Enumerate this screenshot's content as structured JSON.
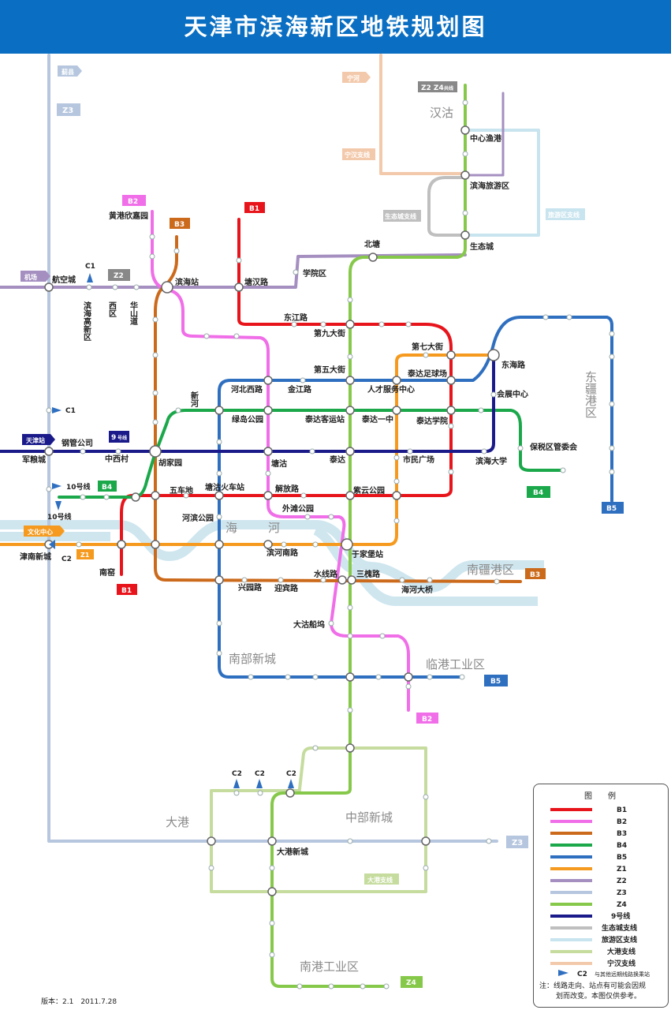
{
  "title": "天津市滨海新区地铁规划图",
  "version": "版本：2.1　2011.7.28",
  "colors": {
    "header": "#0a6fc2",
    "B1": "#e8141b",
    "B2": "#f06ee8",
    "B3": "#cc6a1c",
    "B4": "#1aa84a",
    "B5": "#2f6fc0",
    "Z1": "#f59a1e",
    "Z2": "#a58fc0",
    "Z3": "#b5c6de",
    "Z4": "#86c94a",
    "line9": "#1a1a8a",
    "ecoBranch": "#bfbfbf",
    "tourBranch": "#c8e4ee",
    "dagangBranch": "#c5dc9e",
    "ninghanBranch": "#f3c9ab",
    "river": "#cfe6ef"
  },
  "stations": {
    "zhongxinyugang": "中心渔港",
    "binhailvyouqu": "滨海旅游区",
    "shengtaicheng": "生态城",
    "beitang": "北塘",
    "xueyuanqu": "学院区",
    "tanghanlu": "塘汉路",
    "binhaizhan": "滨海站",
    "hangkongcheng": "航空城",
    "huanggangxinjiayuan": "黄港欣嘉园",
    "binhaigaoxinqu": "滨海高新区",
    "xiqu": "西区",
    "huashandao": "华山道",
    "dongjianglu": "东江路",
    "dijiudajie": "第九大街",
    "diqidajie": "第七大街",
    "donghailu": "东海路",
    "huizhanzhongxin": "会展中心",
    "diwudajie": "第五大街",
    "taidazuqiuchang": "泰达足球场",
    "hebeixilu": "河北西路",
    "jinjianglu": "金江路",
    "rencaifuwuzhongxin": "人才服务中心",
    "xinhe": "新河",
    "lvdaogongyuan": "绿岛公园",
    "taidakeyunzhan": "泰达客运站",
    "taidayizhong": "泰达一中",
    "taidaxueyuan": "泰达学院",
    "baoshuiquguanweihui": "保税区管委会",
    "gangguangongsi": "钢管公司",
    "junliangcheng": "军粮城",
    "zhongxicun": "中西村",
    "huhuyuan": "胡家园",
    "tanggu": "塘沽",
    "taida": "泰达",
    "shiminguangchang": "市民广场",
    "binhaidaxue": "滨海大学",
    "wuchedi": "五车地",
    "tangguhuochezhan": "塘沽火车站",
    "jiefanglu": "解放路",
    "ziyungongyuan": "紫云公园",
    "waitangongyuan": "外滩公园",
    "hebingongyuan": "河滨公园",
    "binhenanlu": "滨河南路",
    "yujiapuzhan": "于家堡站",
    "jinnanxincheng": "津南新城",
    "nanyao": "南窑",
    "shuixianlu": "水线路",
    "sanhuailu": "三槐路",
    "xingyuanlu": "兴园路",
    "yingbinlu": "迎宾路",
    "haihedaqiao": "海河大桥",
    "dagujuanwu": "大沽船坞",
    "dagangxincheng": "大港新城"
  },
  "areas": {
    "hangu": "汉沽",
    "donggangquan": "东疆港区",
    "nanjianggangqu": "南疆港区",
    "nanbuxincheng": "南部新城",
    "lingganggongyequ": "临港工业区",
    "dagang": "大港",
    "zhongbuxincheng": "中部新城",
    "nanganggongyequ": "南港工业区",
    "haihe_hai": "海",
    "haihe_he": "河"
  },
  "tags": {
    "Z2Z4": "Z2 Z4",
    "Z2Z4sub": "共线",
    "ninghe": "宁河",
    "ninghanBranch": "宁汉支线",
    "ecoBranch": "生态城支线",
    "tourBranch": "旅游区支线",
    "jixian": "蓟县",
    "Z3": "Z3",
    "B2": "B2",
    "B3": "B3",
    "B1": "B1",
    "jichang": "机场",
    "C1": "C1",
    "Z2": "Z2",
    "tianjinzhan": "天津站",
    "n9": "9",
    "n9sub": "号线",
    "line10": "10号线",
    "B4": "B4",
    "wenhuazhongxin": "文化中心",
    "Z1": "Z1",
    "C2": "C2",
    "B5": "B5",
    "Z4": "Z4",
    "dagangBranch": "大港支线"
  },
  "legend": {
    "title": "图　　例",
    "items": [
      "B1",
      "B2",
      "B3",
      "B4",
      "B5",
      "Z1",
      "Z2",
      "Z3",
      "Z4",
      "9号线",
      "生态城支线",
      "旅游区支线",
      "大港支线",
      "宁汉支线"
    ],
    "c2": "C2",
    "c2desc": "与其他远期线路换乘站",
    "note1": "注：线路走向、站点有可能会因规",
    "note2": "划而改变。本图仅供参考。"
  }
}
